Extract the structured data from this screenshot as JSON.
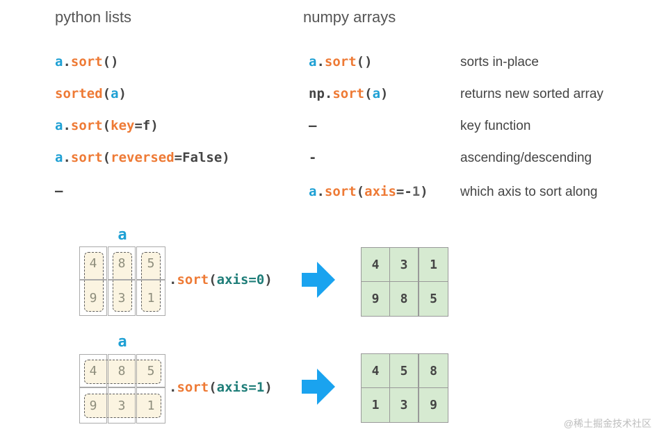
{
  "headers": {
    "left": "python lists",
    "right": "numpy arrays"
  },
  "rows": [
    {
      "py": [
        [
          "a",
          "b"
        ],
        [
          ".",
          "dk"
        ],
        [
          "sort",
          "o"
        ],
        [
          "()",
          "dk"
        ]
      ],
      "np": [
        [
          "a",
          "b"
        ],
        [
          ".",
          "dk"
        ],
        [
          "sort",
          "o"
        ],
        [
          "()",
          "dk"
        ]
      ],
      "desc": "sorts in-place"
    },
    {
      "py": [
        [
          "sorted",
          "o"
        ],
        [
          "(",
          "dk"
        ],
        [
          "a",
          "b"
        ],
        [
          ")",
          "dk"
        ]
      ],
      "np": [
        [
          "np",
          "dk"
        ],
        [
          ".",
          "dk"
        ],
        [
          "sort",
          "o"
        ],
        [
          "(",
          "dk"
        ],
        [
          "a",
          "b"
        ],
        [
          ")",
          "dk"
        ]
      ],
      "desc": "returns new sorted array"
    },
    {
      "py": [
        [
          "a",
          "b"
        ],
        [
          ".",
          "dk"
        ],
        [
          "sort",
          "o"
        ],
        [
          "(",
          "dk"
        ],
        [
          "key",
          "o"
        ],
        [
          "=f)",
          "dk"
        ]
      ],
      "np": [
        [
          "–",
          "dk"
        ]
      ],
      "desc": "key function"
    },
    {
      "py": [
        [
          "a",
          "b"
        ],
        [
          ".",
          "dk"
        ],
        [
          "sort",
          "o"
        ],
        [
          "(",
          "dk"
        ],
        [
          "reversed",
          "o"
        ],
        [
          "=False)",
          "dk"
        ]
      ],
      "np": [
        [
          "-",
          "dk"
        ]
      ],
      "desc": "ascending/descending"
    },
    {
      "py": [
        [
          "–",
          "dk"
        ]
      ],
      "np": [
        [
          "a",
          "b"
        ],
        [
          ".",
          "dk"
        ],
        [
          "sort",
          "o"
        ],
        [
          "(",
          "dk"
        ],
        [
          "axis",
          "o"
        ],
        [
          "=-",
          "dk"
        ],
        [
          "1",
          "g"
        ],
        [
          ")",
          "dk"
        ]
      ],
      "desc": "which axis to sort along"
    }
  ],
  "examples": [
    {
      "array_label": "a",
      "input": [
        [
          4,
          8,
          5
        ],
        [
          9,
          3,
          1
        ]
      ],
      "call": [
        [
          ".",
          "dk"
        ],
        [
          "sort",
          "o"
        ],
        [
          "(",
          "dk"
        ],
        [
          "axis=0",
          "t"
        ],
        [
          ")",
          "dk"
        ]
      ],
      "grouping": "columns",
      "output": [
        [
          4,
          3,
          1
        ],
        [
          9,
          8,
          5
        ]
      ]
    },
    {
      "array_label": "a",
      "input": [
        [
          4,
          8,
          5
        ],
        [
          9,
          3,
          1
        ]
      ],
      "call": [
        [
          ".",
          "dk"
        ],
        [
          "sort",
          "o"
        ],
        [
          "(",
          "dk"
        ],
        [
          "axis=1",
          "t"
        ],
        [
          ")",
          "dk"
        ]
      ],
      "grouping": "rows",
      "output": [
        [
          4,
          5,
          8
        ],
        [
          1,
          3,
          9
        ]
      ]
    }
  ],
  "colors": {
    "blue": "#1ea0d4",
    "orange": "#ee7a35",
    "teal": "#1e7d78",
    "arrow": "#1aa3ef",
    "cell_fill": "#d6ead1",
    "highlight": "#fbf4e1"
  },
  "icons": {
    "arrow": "right-arrow-icon"
  },
  "watermark": "@稀土掘金技术社区"
}
